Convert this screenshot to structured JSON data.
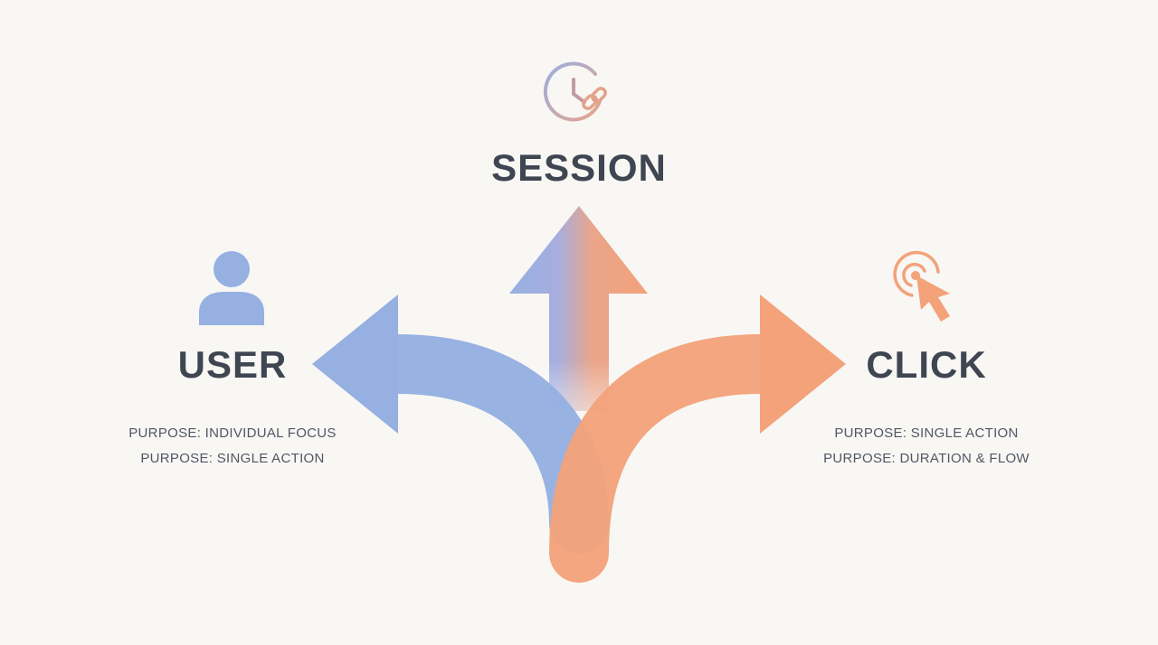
{
  "colors": {
    "background": "#f8f7f4",
    "user_blue": "#95b0e1",
    "click_orange": "#f3a27a",
    "text_dark": "#3f4652",
    "text_muted": "#505764"
  },
  "icons": {
    "session": "clock-link-icon",
    "user": "user-icon",
    "click": "cursor-click-icon"
  },
  "session": {
    "title": "SESSION"
  },
  "user": {
    "title": "USER",
    "purposes": [
      "PURPOSE: INDIVIDUAL FOCUS",
      "PURPOSE: SINGLE ACTION"
    ]
  },
  "click": {
    "title": "CLICK",
    "purposes": [
      "PURPOSE: SINGLE ACTION",
      "PURPOSE: DURATION & FLOW"
    ]
  }
}
